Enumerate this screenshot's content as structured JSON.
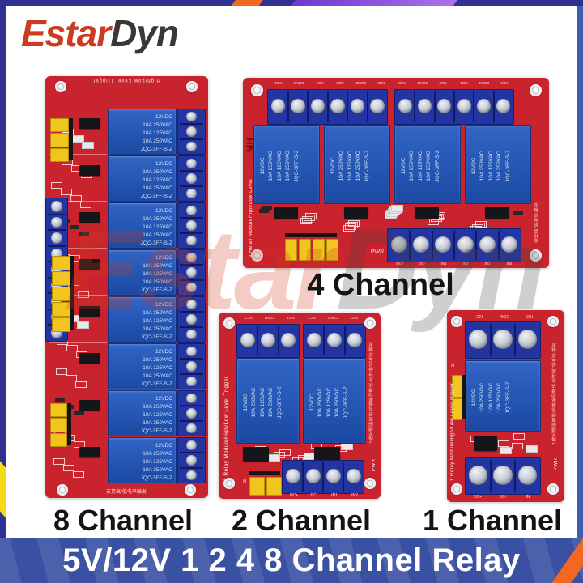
{
  "logo": {
    "part1": "Estar",
    "part2": "Dyn"
  },
  "watermark": {
    "part1": "Estar",
    "part2": "Dyn"
  },
  "labels": {
    "ch4": "4 Channel",
    "ch8": "8 Channel",
    "ch2": "2 Channel",
    "ch1": "1 Channel"
  },
  "banner": {
    "text": "5V/12V 1 2 4 8 Channel Relay"
  },
  "relay": {
    "lines": [
      "12VDC",
      "10A 250VAC",
      "10A 125VAC",
      "10A 250VAC",
      "JQC-3FF-S-Z"
    ]
  },
  "boards": {
    "ch8": {
      "channels": 8,
      "top_text": "High/Low Level Trigger",
      "bottom_text": "支持高/低电平触发"
    },
    "ch4": {
      "channels": 4,
      "brand": "MH",
      "side_line1": "4 Relay Module",
      "side_line2": "High/Low Level",
      "right_text": "支持高/低电平触发",
      "pwr": "PWR",
      "top_labels": [
        "NO1",
        "COM1",
        "NC1",
        "NO2",
        "COM2",
        "NC2",
        "NO3",
        "COM3",
        "NC3",
        "NO4",
        "COM4",
        "NC4"
      ],
      "bottom_labels": [
        "DC+",
        "DC-",
        "IN1",
        "IN2",
        "IN3",
        "IN4"
      ]
    },
    "ch2": {
      "channels": 2,
      "side_line1": "2 Relay Module",
      "side_line2": "High/Low Level Trigger",
      "right_text1": "2路光耦隔离继电器驱动模块",
      "right_text2": "支持高/低电平触发",
      "pwr": "PWR",
      "jumper_label": "H",
      "top_labels": [
        "NC1",
        "COM1",
        "NO1",
        "NC2",
        "COM2",
        "NO2"
      ],
      "bottom_labels": [
        "DC+",
        "DC-",
        "IN1",
        "IN2"
      ]
    },
    "ch1": {
      "channels": 1,
      "side_line1": "1 Relay Module",
      "side_line2": "High/Low Level Trigger",
      "right_text1": "1路光耦隔离继电器驱动模块",
      "right_text2": "支持高/低电平触发",
      "pwr": "PWR",
      "jumper_labels": [
        "H",
        "L"
      ],
      "top_labels": [
        "NC",
        "COM",
        "NO"
      ],
      "bottom_labels": [
        "DC+",
        "DC-",
        "IN"
      ]
    }
  },
  "colors": {
    "pcb_red": "#c9232d",
    "relay_blue": "#2456b4",
    "terminal_blue": "#2335a2",
    "jumper_yellow": "#f2c51e",
    "border_navy": "#2e3192",
    "border_right_blue": "#3c5fae",
    "banner_blue": "#3a51a3",
    "accent_orange": "#f26822",
    "accent_purple": "#8d55dc",
    "accent_yellow": "#f5d91a",
    "logo_red": "#cb3b20",
    "logo_gray": "#3b3735"
  }
}
